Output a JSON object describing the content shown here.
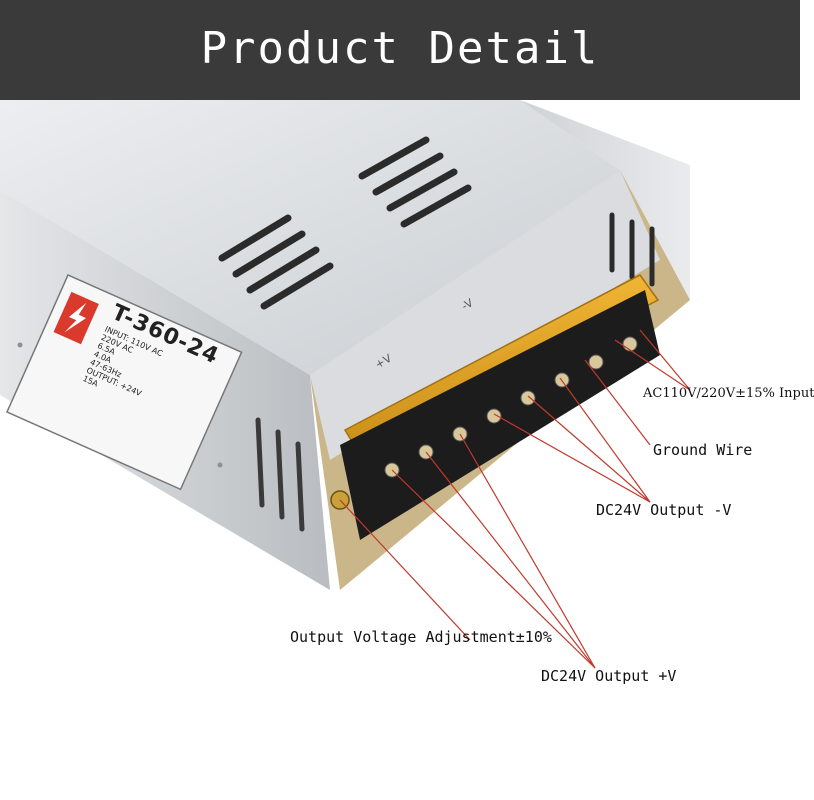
{
  "banner": {
    "title": "Product Detail",
    "background": "#3a3a3a"
  },
  "product_label": {
    "model": "T-360-24",
    "input_line": "INPUT: 110V AC",
    "input_alt": "220V AC",
    "output_line": "OUTPUT: +24V",
    "current_a": "6.5A",
    "current_b": "4.0A",
    "frequency": "47-63Hz",
    "output_current": "15A",
    "terminal_mark_plus": "+V",
    "terminal_mark_minus": "-V"
  },
  "annotations": [
    {
      "id": "ac-input",
      "text": "AC110V/220V±15% Input"
    },
    {
      "id": "ground",
      "text": "Ground Wire"
    },
    {
      "id": "out-neg",
      "text": "DC24V Output -V"
    },
    {
      "id": "adjust",
      "text": "Output Voltage Adjustment±10%"
    },
    {
      "id": "out-pos",
      "text": "DC24V Output +V"
    }
  ],
  "colors": {
    "leader_line": "#c0392b",
    "terminal_cover": "#e8a317",
    "chassis": "#d6d9dc"
  }
}
